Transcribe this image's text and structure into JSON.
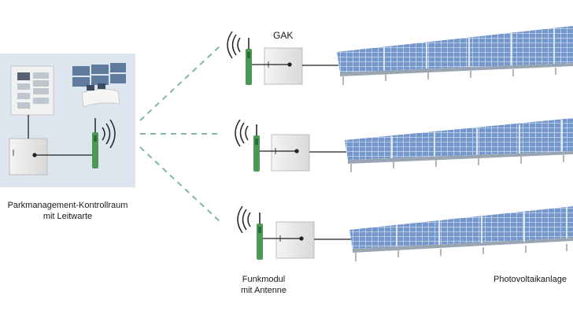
{
  "labels": {
    "gak": "GAK",
    "control_room_line1": "Parkmanagement-Kontrollraum",
    "control_room_line2": "mit Leitwarte",
    "radio_module_line1": "Funkmodul",
    "radio_module_line2": "mit Antenne",
    "pv_plant": "Photovoltaikanlage"
  },
  "colors": {
    "room_bg": "#dde6ee",
    "dash_link": "#7fb7a0",
    "module_green": "#4a9a55",
    "panel_blue": "#6f93c9",
    "cabinet": "#ebebeb",
    "cable": "#222222"
  },
  "icons": {
    "server_rack": "server-rack-icon",
    "monitor_wall": "monitor-wall-icon",
    "control_desk": "control-desk-icon",
    "cabinet": "cabinet-icon",
    "radio_module": "radio-module-icon",
    "signal_waves": "signal-waves-icon",
    "solar_panel_row": "solar-panel-row-icon"
  }
}
